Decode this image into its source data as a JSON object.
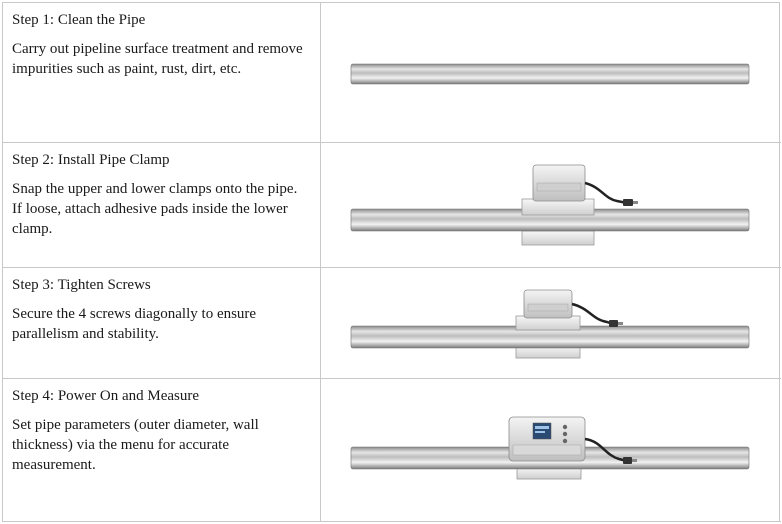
{
  "steps": [
    {
      "title": "Step 1: Clean the Pipe",
      "description": "Carry out pipeline surface treatment and remove impurities such as paint, rust, dirt, etc.",
      "illustration": "pipe-icon"
    },
    {
      "title": "Step 2: Install Pipe Clamp",
      "description": "Snap the upper and lower clamps onto the pipe. If loose, attach adhesive pads inside the lower clamp.",
      "illustration": "pipe-with-clamp-icon"
    },
    {
      "title": "Step 3: Tighten Screws",
      "description": "Secure the 4 screws diagonally to ensure parallelism and stability.",
      "illustration": "pipe-with-tightened-clamp-icon"
    },
    {
      "title": "Step 4: Power On and Measure",
      "description": "Set pipe parameters (outer diameter, wall thickness) via the menu for accurate measurement.",
      "illustration": "pipe-with-meter-icon"
    }
  ]
}
